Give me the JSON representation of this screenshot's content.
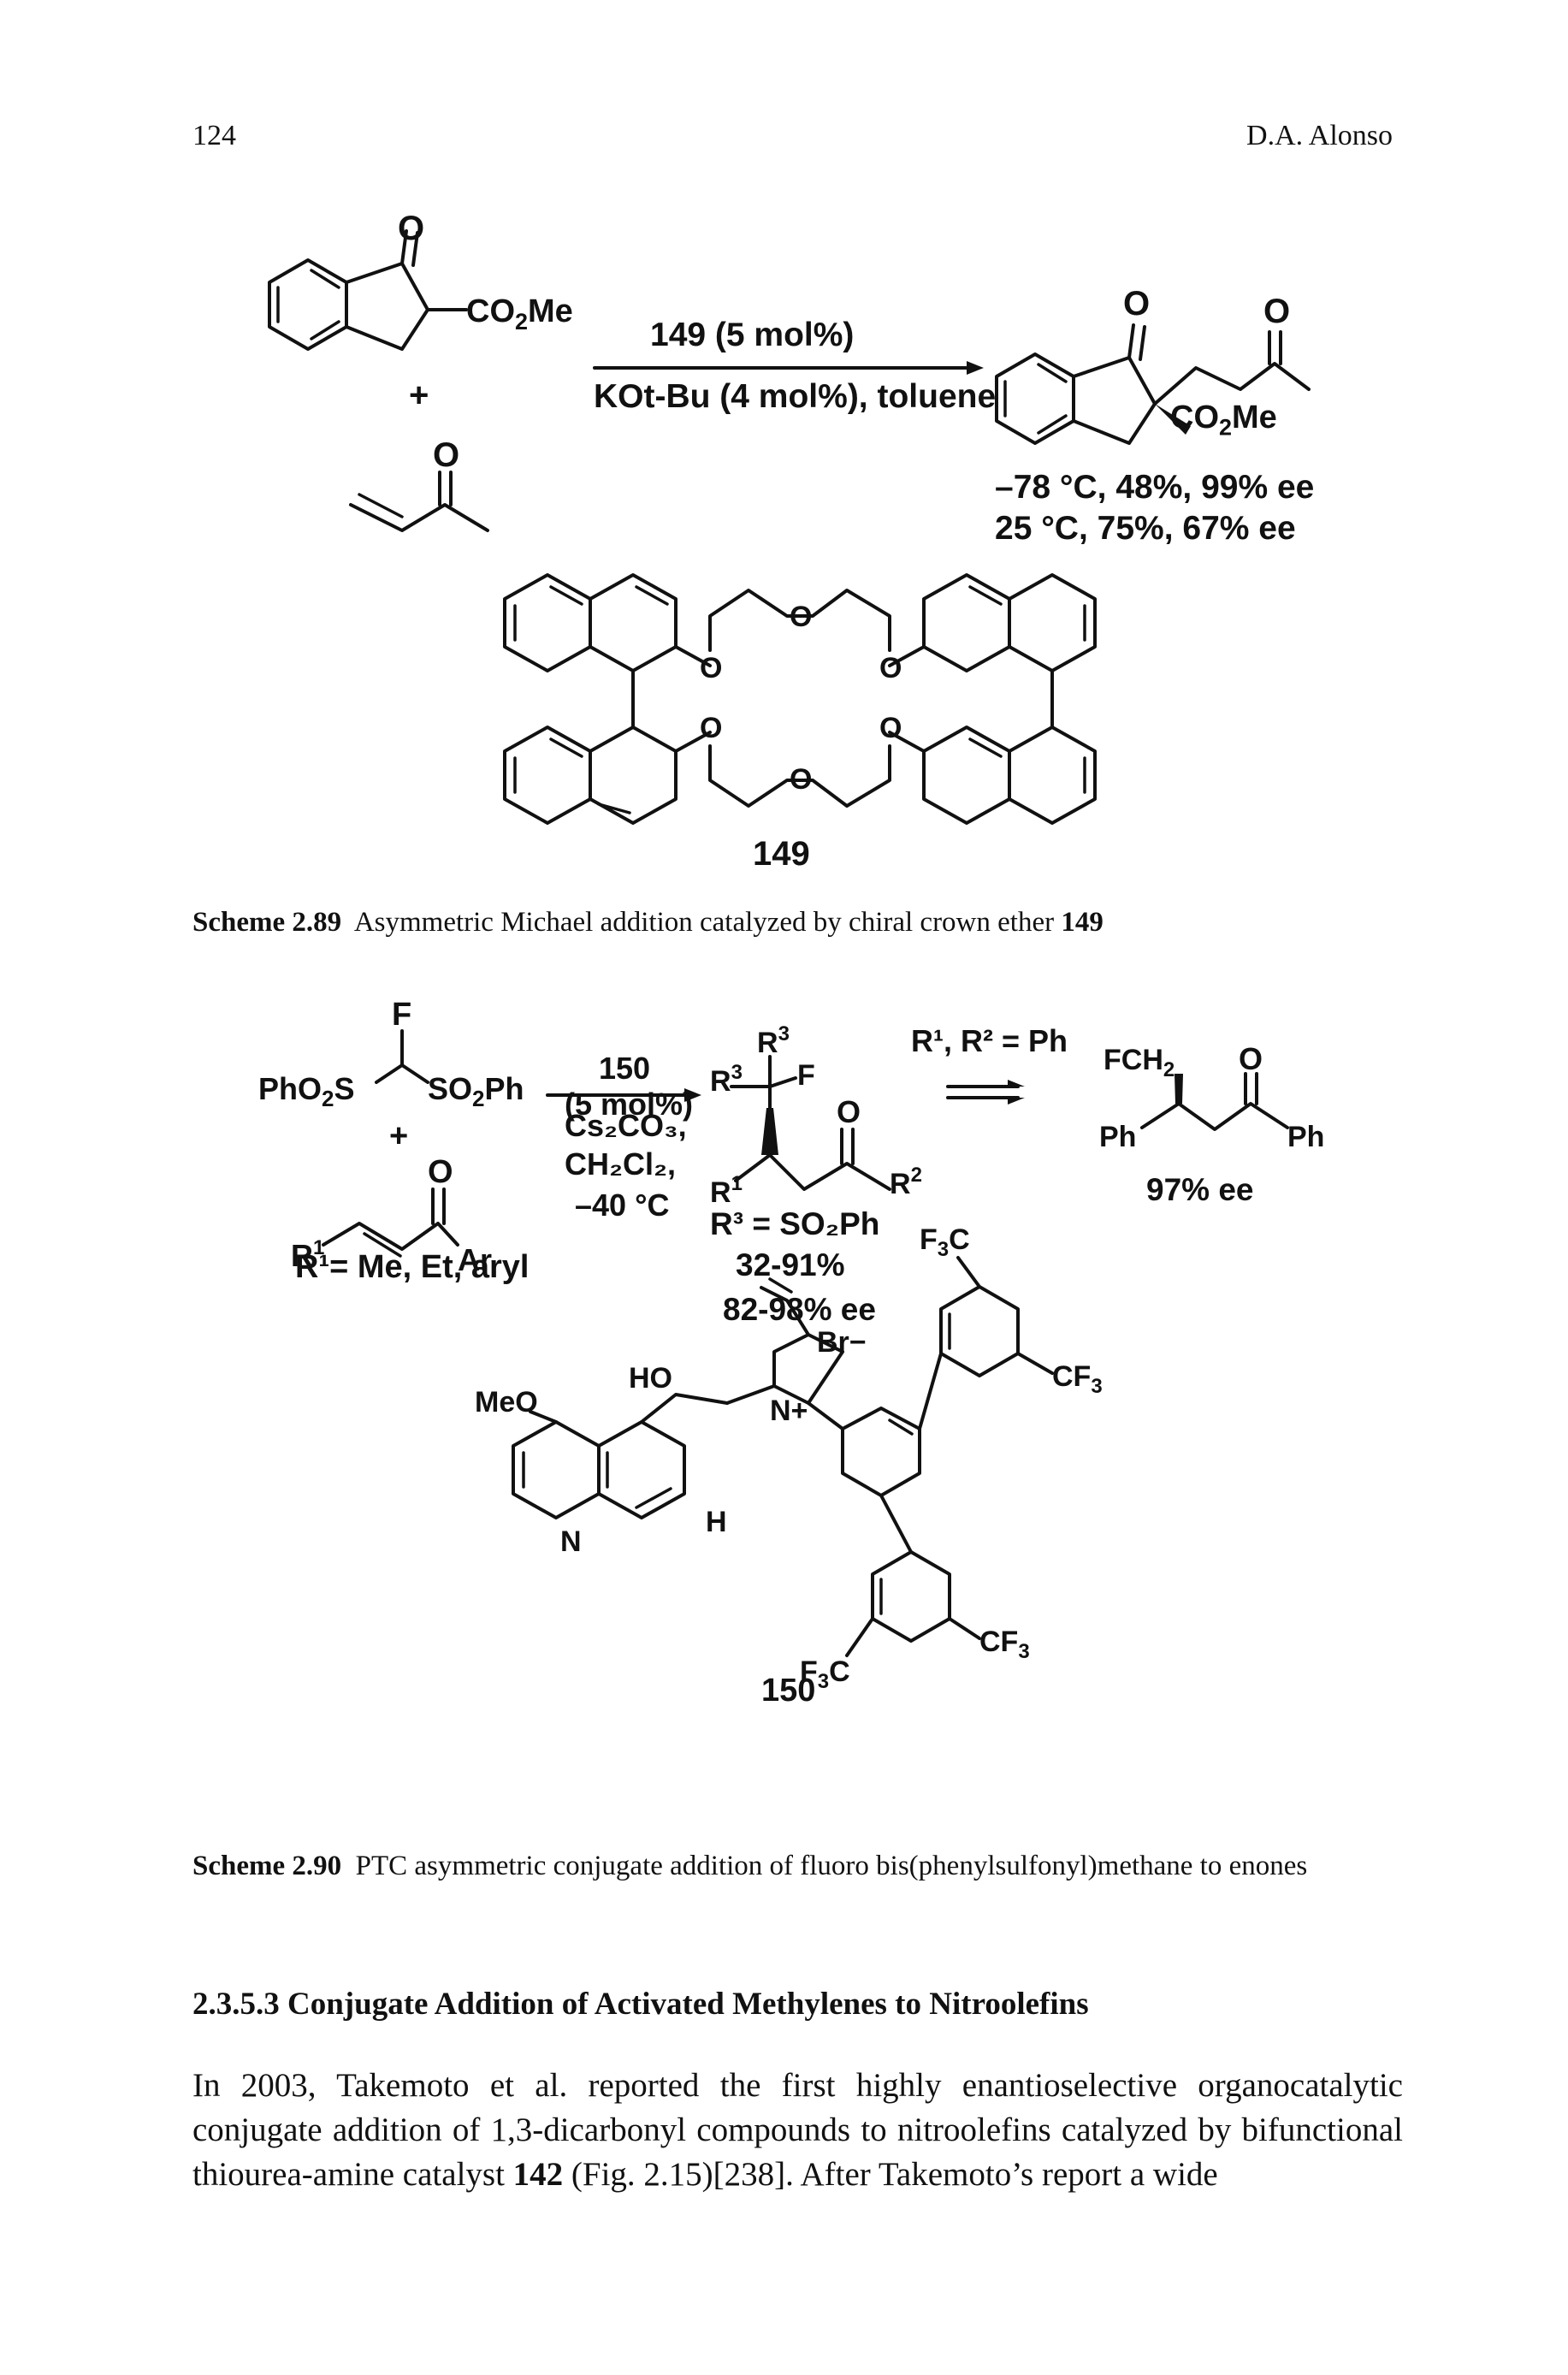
{
  "header": {
    "page_number": "124",
    "author": "D.A. Alonso"
  },
  "scheme_289": {
    "reagent_top": "149 (5 mol%)",
    "reagent_bottom": "KOt-Bu (4 mol%), toluene",
    "result_line1": "–78 °C, 48%, 99% ee",
    "result_line2": "25 °C, 75%, 67% ee",
    "catalyst_label": "149",
    "caption_label": "Scheme 2.89",
    "caption_text": "Asymmetric Michael addition catalyzed by chiral crown ether",
    "caption_ref": "149"
  },
  "scheme_290": {
    "reactant_note": "R¹= Me, Et, aryl",
    "catalyst_ref": "150",
    "catalyst_loading": "(5 mol%)",
    "base": "Cs₂CO₃,",
    "solvent": "CH₂Cl₂,",
    "temperature": "–40 °C",
    "r3_definition": "R³ = SO₂Ph",
    "yield_range": "32-91%",
    "ee_range": "82-98% ee",
    "conversion_condition": "R¹, R² = Ph",
    "product_ee": "97% ee",
    "catalyst_label": "150",
    "caption_label": "Scheme 2.90",
    "caption_text": "PTC asymmetric conjugate addition of fluoro bis(phenylsulfonyl)methane to enones"
  },
  "section": {
    "heading": "2.3.5.3   Conjugate Addition of Activated Methylenes to Nitroolefins",
    "paragraph_intro": "In 2003, Takemoto et al. reported the first highly enantioselective organocatalytic conjugate addition of 1,3-dicarbonyl compounds to nitroolefins catalyzed by bifunctional thiourea-amine catalyst ",
    "paragraph_catalyst": "142",
    "paragraph_rest": " (Fig. 2.15)[238]. After Takemoto’s report a wide"
  }
}
